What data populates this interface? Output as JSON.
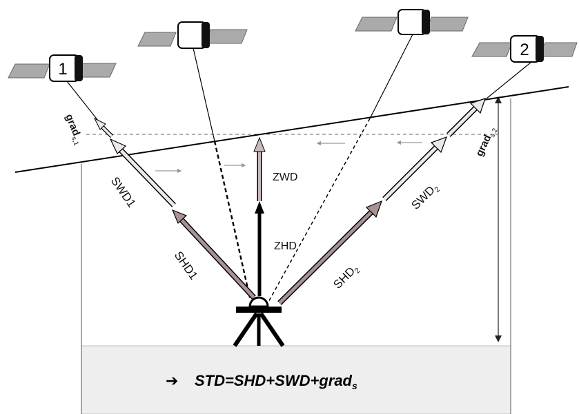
{
  "satellites": [
    {
      "number": "1"
    },
    {
      "number": ""
    },
    {
      "number": ""
    },
    {
      "number": "2"
    }
  ],
  "labels": {
    "grad_s1_main": "grad",
    "grad_s1_sub": "s,1",
    "grad_s2_main": "grad",
    "grad_s2_sub": "s,2",
    "swd1": "SWD1",
    "shd1": "SHD1",
    "zwd": "ZWD",
    "zhd": "ZHD",
    "shd2_main": "SHD",
    "shd2_sub": "2",
    "swd2_main": "SWD",
    "swd2_sub": "2"
  },
  "formula": {
    "arrow": "➔",
    "main": "STD=SHD+SWD+grad",
    "sub": "s"
  },
  "colors": {
    "hydrostatic_arrow": "#a89293",
    "wet_arrow": "#ede8e9",
    "zenith_hydro": "#000000",
    "zenith_wet": "#c9b9ba",
    "ground": "#eeeeee",
    "solar_panel": "#aaaaaa"
  }
}
